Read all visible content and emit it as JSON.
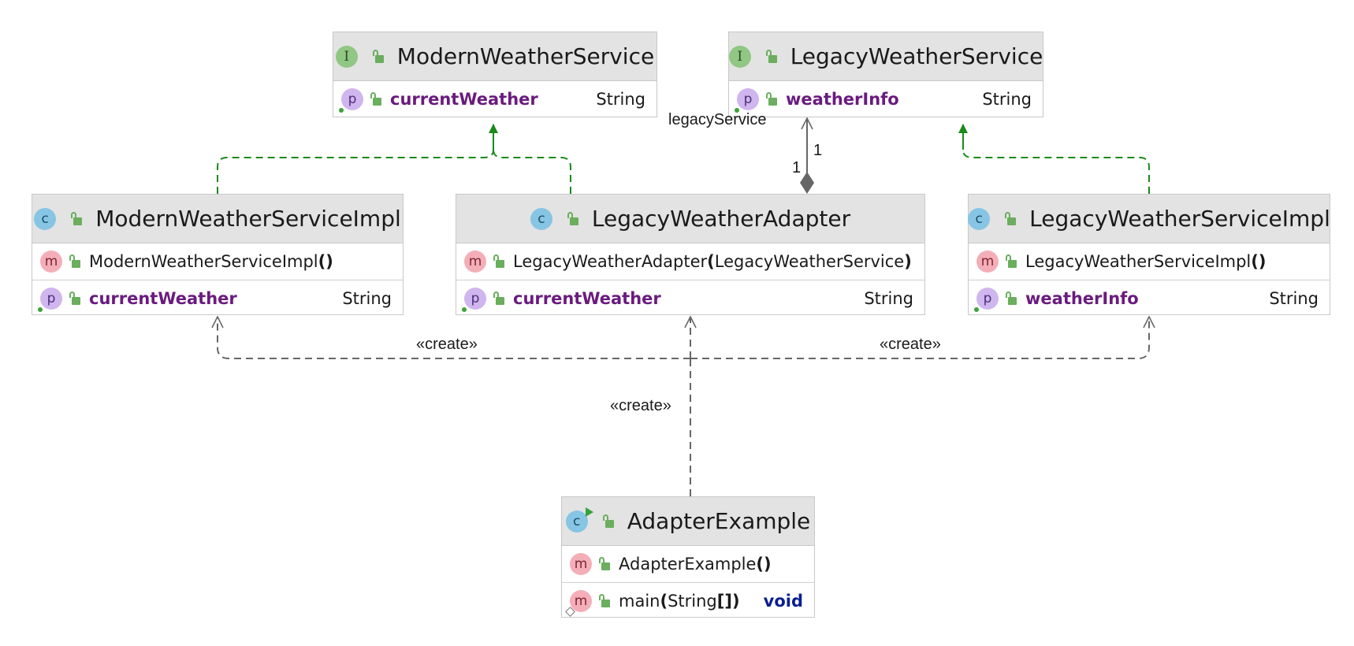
{
  "classes": {
    "modern_weather_service": {
      "kind_badge": "I",
      "icon": "interface-icon",
      "name": "ModernWeatherService",
      "properties": [
        {
          "badge": "p",
          "name": "currentWeather",
          "type": "String"
        }
      ]
    },
    "legacy_weather_service": {
      "kind_badge": "I",
      "icon": "interface-icon",
      "name": "LegacyWeatherService",
      "properties": [
        {
          "badge": "p",
          "name": "weatherInfo",
          "type": "String"
        }
      ]
    },
    "modern_weather_service_impl": {
      "kind_badge": "c",
      "icon": "class-icon",
      "name": "ModernWeatherServiceImpl",
      "constructor": {
        "badge": "m",
        "name": "ModernWeatherServiceImpl",
        "paren_open": "(",
        "params": "",
        "paren_close": ")"
      },
      "properties": [
        {
          "badge": "p",
          "name": "currentWeather",
          "type": "String"
        }
      ]
    },
    "legacy_weather_adapter": {
      "kind_badge": "c",
      "icon": "class-icon",
      "name": "LegacyWeatherAdapter",
      "constructor": {
        "badge": "m",
        "name": "LegacyWeatherAdapter",
        "paren_open": "(",
        "params": "LegacyWeatherService",
        "paren_close": ")"
      },
      "properties": [
        {
          "badge": "p",
          "name": "currentWeather",
          "type": "String"
        }
      ]
    },
    "legacy_weather_service_impl": {
      "kind_badge": "c",
      "icon": "class-icon",
      "name": "LegacyWeatherServiceImpl",
      "constructor": {
        "badge": "m",
        "name": "LegacyWeatherServiceImpl",
        "paren_open": "(",
        "params": "",
        "paren_close": ")"
      },
      "properties": [
        {
          "badge": "p",
          "name": "weatherInfo",
          "type": "String"
        }
      ]
    },
    "adapter_example": {
      "kind_badge": "c",
      "icon": "runnable-class-icon",
      "name": "AdapterExample",
      "constructor": {
        "badge": "m",
        "name": "AdapterExample",
        "paren_open": "(",
        "params": "",
        "paren_close": ")"
      },
      "method": {
        "badge": "m",
        "name": "main",
        "paren_open": "(",
        "params": "String",
        "brackets": "[]",
        "paren_close": ")",
        "return_type": "void"
      }
    }
  },
  "relations": {
    "association": {
      "role": "legacyService",
      "target_multiplicity": "1",
      "source_multiplicity": "1"
    },
    "create_label": "«create»"
  },
  "colors": {
    "realization": "#1a8a1a",
    "dependency": "#666666",
    "association": "#666666",
    "property_name": "#6a1b7e",
    "keyword": "#0a1f8f"
  }
}
